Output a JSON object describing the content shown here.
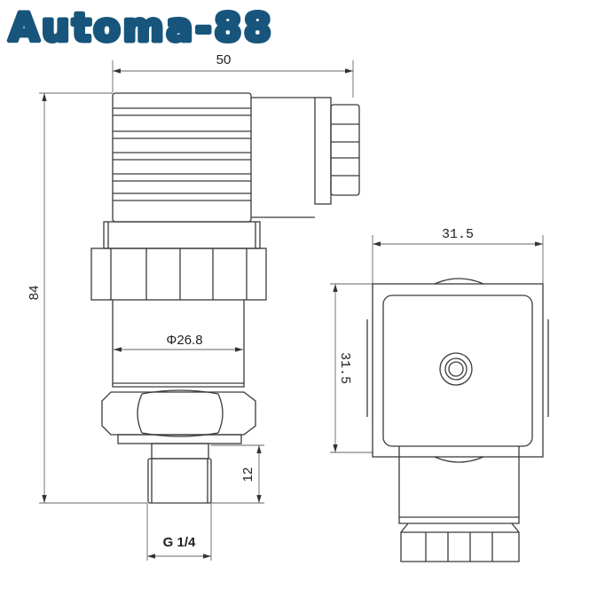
{
  "logo": {
    "text": "Automa-88",
    "color": "#17557c"
  },
  "side_view": {
    "width_label": "50",
    "height_label": "84",
    "body_diameter_label": "Φ26.8",
    "thread_length_label": "12",
    "thread_label": "G 1/4"
  },
  "connector_view": {
    "width_label": "31.5",
    "height_label": "31.5"
  }
}
